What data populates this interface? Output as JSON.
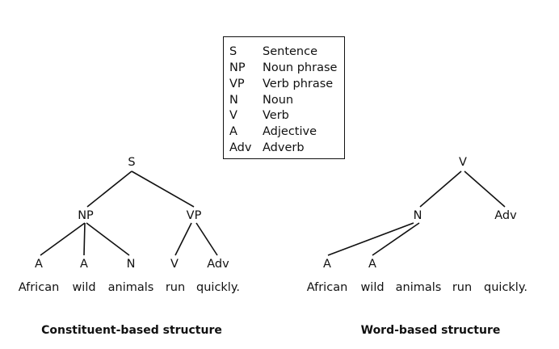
{
  "legend": {
    "rows": [
      {
        "abbr": "S",
        "full": "Sentence"
      },
      {
        "abbr": "NP",
        "full": "Noun phrase"
      },
      {
        "abbr": "VP",
        "full": "Verb phrase"
      },
      {
        "abbr": "N",
        "full": "Noun"
      },
      {
        "abbr": "V",
        "full": "Verb"
      },
      {
        "abbr": "A",
        "full": "Adjective"
      },
      {
        "abbr": "Adv",
        "full": "Adverb"
      }
    ]
  },
  "constituent_tree": {
    "caption": "Constituent-based structure",
    "root": "S",
    "phrases": [
      "NP",
      "VP"
    ],
    "leaf_tags": [
      "A",
      "A",
      "N",
      "V",
      "Adv"
    ],
    "words": [
      "African",
      "wild",
      "animals",
      "run",
      "quickly."
    ]
  },
  "word_tree": {
    "caption": "Word-based structure",
    "root": "V",
    "level2": [
      "N",
      "Adv"
    ],
    "leaf_tags": [
      "A",
      "A"
    ],
    "words": [
      "African",
      "wild",
      "animals",
      "run",
      "quickly."
    ]
  }
}
